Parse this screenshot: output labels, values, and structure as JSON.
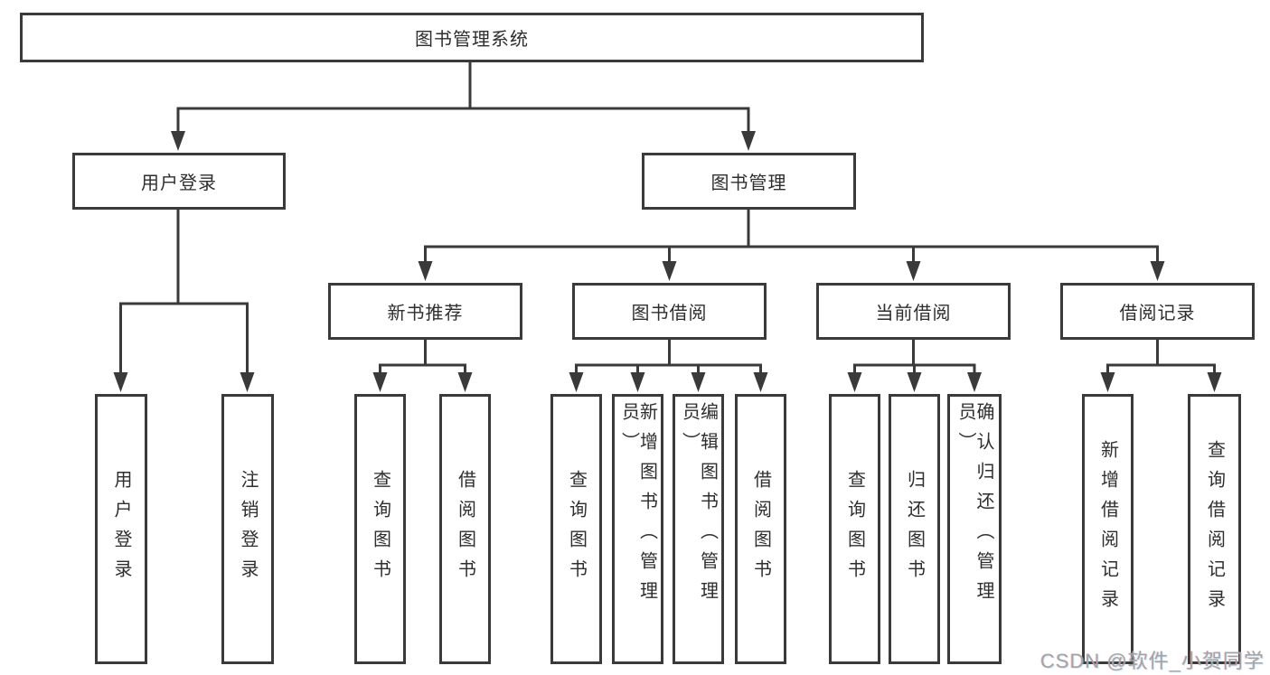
{
  "title": {
    "label": "图书管理系统"
  },
  "level2": {
    "user_login": {
      "label": "用户登录"
    },
    "book_mgmt": {
      "label": "图书管理"
    }
  },
  "level3": {
    "new_books": {
      "label": "新书推荐"
    },
    "borrow": {
      "label": "图书借阅"
    },
    "current": {
      "label": "当前借阅"
    },
    "records": {
      "label": "借阅记录"
    }
  },
  "leaves": {
    "user_login": [
      "用户登录",
      "注销登录"
    ],
    "new_books": [
      "查询图书",
      "借阅图书"
    ],
    "borrow": [
      "查询图书",
      "新增图书（管理员）",
      "编辑图书（管理员）",
      "借阅图书"
    ],
    "current": [
      "查询图书",
      "归还图书",
      "确认归还（管理员）"
    ],
    "records": [
      "新增借阅记录",
      "查询借阅记录"
    ]
  },
  "watermark": "CSDN @软件_小贺同学",
  "colors": {
    "line": "#3a3a3a",
    "text": "#2e2e2e",
    "background": "#ffffff",
    "watermark": "#a3a3a3"
  }
}
